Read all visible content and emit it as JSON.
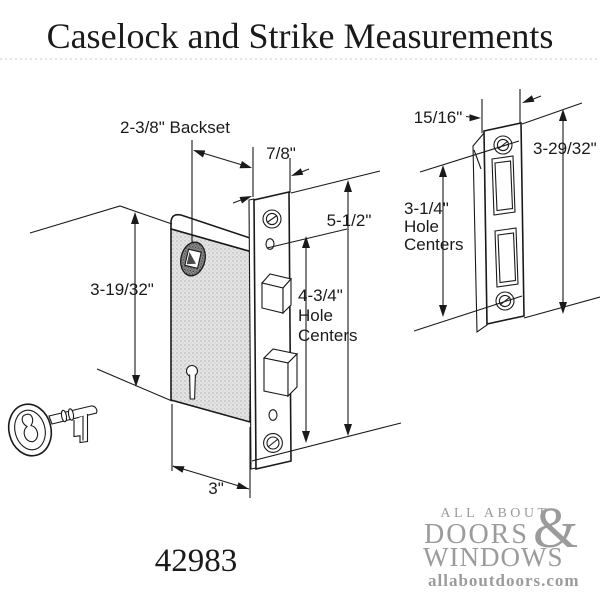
{
  "header": {
    "title": "Caselock and Strike Measurements"
  },
  "part_number": "42983",
  "caselock": {
    "backset": "2-3/8\" Backset",
    "faceplate_width": "7/8\"",
    "faceplate_height": "5-1/2\"",
    "hole_centers": "4-3/4\"",
    "hole_word": "Hole",
    "centers_word": "Centers",
    "case_height": "3-19/32\"",
    "case_width": "3\""
  },
  "strike": {
    "width": "15/16\"",
    "height": "3-29/32\"",
    "hole_centers": "3-1/4\"",
    "hole_word": "Hole",
    "centers_word": "Centers"
  },
  "logo": {
    "line1": "ALL ABOUT",
    "doors": "DOORS",
    "ampersand": "&",
    "windows": "WINDOWS",
    "url": "allaboutdoors.com"
  },
  "colors": {
    "line": "#1a1a1a",
    "logo_gray": "#9b9b9b",
    "body_fill": "#e4e4e4"
  }
}
